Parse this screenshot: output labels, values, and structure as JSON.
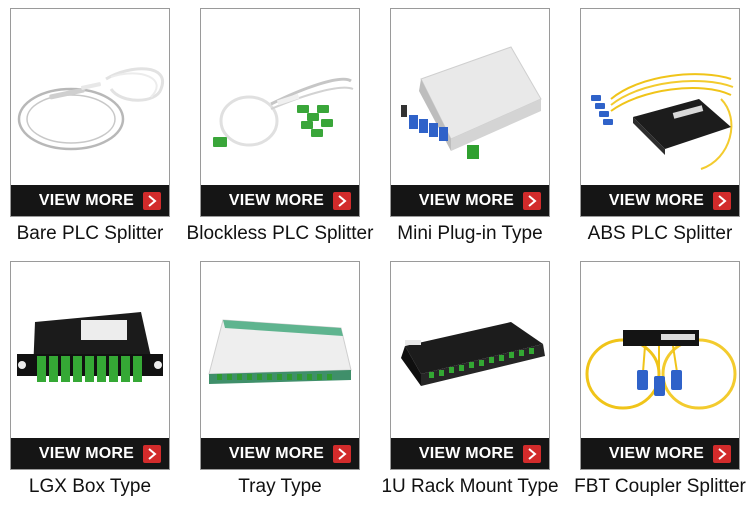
{
  "colors": {
    "accent": "#d22b2b",
    "bar": "#151515",
    "border": "#9a9a9a"
  },
  "products": [
    {
      "id": "bare",
      "caption": "Bare PLC Splitter",
      "button": "VIEW MORE",
      "icon": "chevron-right-icon"
    },
    {
      "id": "blockless",
      "caption": "Blockless PLC Splitter",
      "button": "VIEW MORE",
      "icon": "chevron-right-icon"
    },
    {
      "id": "mini",
      "caption": "Mini Plug-in Type",
      "button": "VIEW MORE",
      "icon": "chevron-right-icon"
    },
    {
      "id": "abs",
      "caption": "ABS PLC Splitter",
      "button": "VIEW MORE",
      "icon": "chevron-right-icon"
    },
    {
      "id": "lgx",
      "caption": "LGX Box Type",
      "button": "VIEW MORE",
      "icon": "chevron-right-icon"
    },
    {
      "id": "tray",
      "caption": "Tray Type",
      "button": "VIEW MORE",
      "icon": "chevron-right-icon"
    },
    {
      "id": "rack",
      "caption": "1U Rack Mount Type",
      "button": "VIEW MORE",
      "icon": "chevron-right-icon"
    },
    {
      "id": "fbt",
      "caption": "FBT Coupler Splitter",
      "button": "VIEW MORE",
      "icon": "chevron-right-icon"
    }
  ]
}
